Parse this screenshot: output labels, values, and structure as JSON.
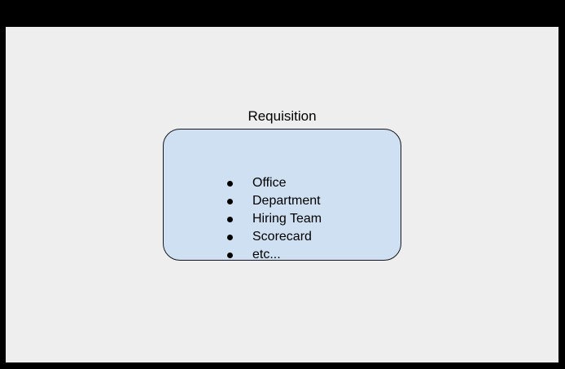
{
  "frame": {
    "border_color": "#000000",
    "canvas_background": "#eeeeee"
  },
  "diagram": {
    "type": "flowchart-node",
    "node": {
      "title": "Requisition",
      "shape": "rounded-rectangle",
      "fill_color": "#cfe0f2",
      "border_color": "#16161f",
      "text_color": "#000000",
      "items": [
        {
          "bullet": "bullet-dot",
          "label": "Office"
        },
        {
          "bullet": "bullet-dot",
          "label": "Department"
        },
        {
          "bullet": "bullet-dot",
          "label": "Hiring Team"
        },
        {
          "bullet": "bullet-dot",
          "label": "Scorecard"
        },
        {
          "bullet": "bullet-dot",
          "label": "etc..."
        }
      ]
    }
  }
}
